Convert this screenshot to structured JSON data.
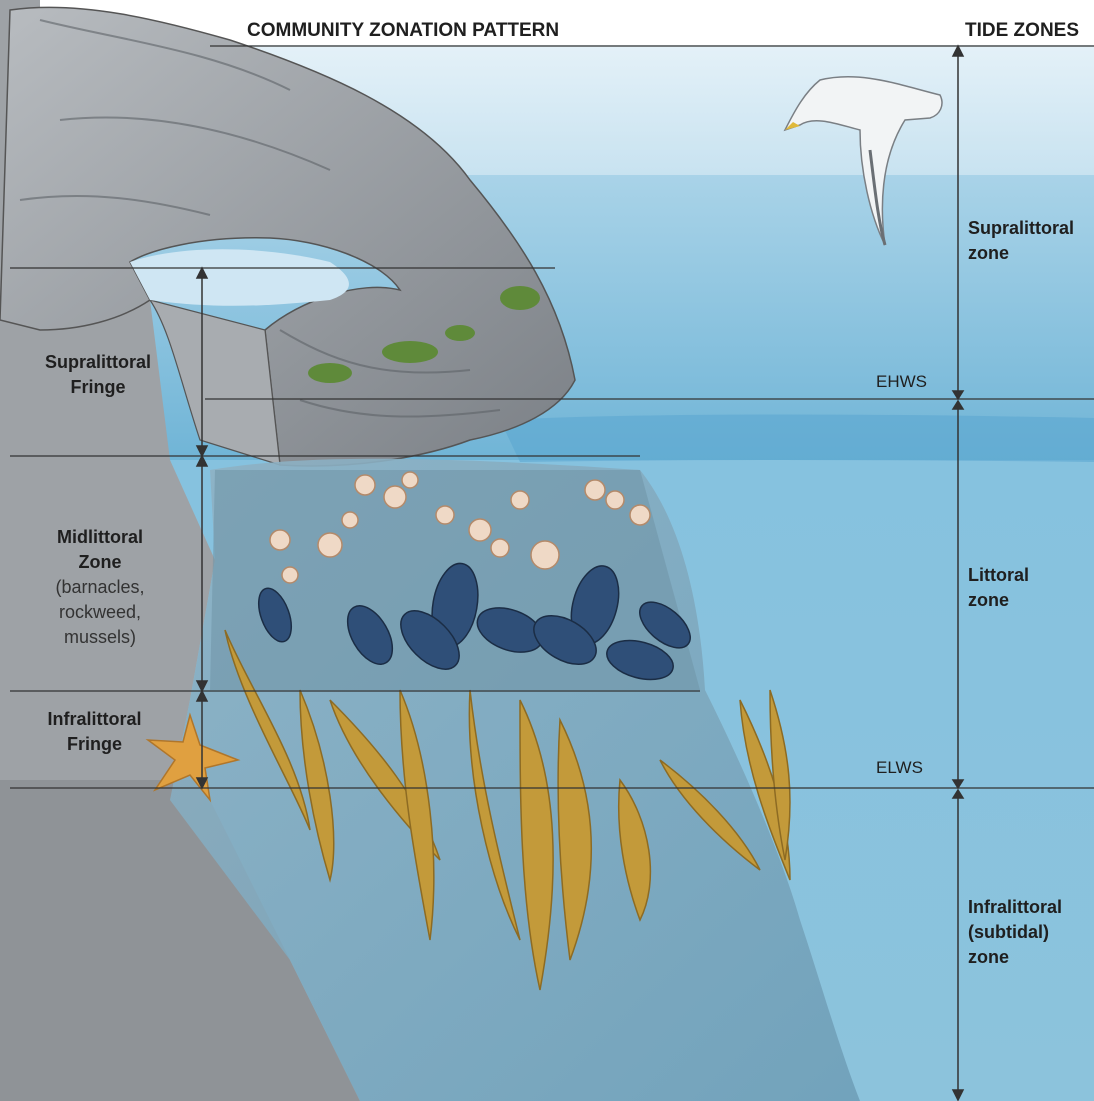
{
  "header": {
    "left": "COMMUNITY ZONATION PATTERN",
    "right": "TIDE ZONES"
  },
  "community_zones": {
    "supralittoral_fringe": [
      "Supralittoral",
      "Fringe"
    ],
    "midlittoral": {
      "title": [
        "Midlittoral",
        "Zone"
      ],
      "detail": [
        "(barnacles,",
        "rockweed,",
        "mussels)"
      ]
    },
    "infralittoral_fringe": [
      "Infralittoral",
      "Fringe"
    ]
  },
  "tide_zones": {
    "supralittoral": [
      "Supralittoral",
      "zone"
    ],
    "littoral": [
      "Littoral",
      "zone"
    ],
    "infralittoral": [
      "Infralittoral",
      "(subtidal)",
      "zone"
    ]
  },
  "markers": {
    "ehws": "EHWS",
    "elws": "ELWS"
  },
  "colors": {
    "sky": "#cfe6f3",
    "sea_surface": "#8ec6e0",
    "deep_water": "#7fbad8",
    "rock_gray": "#9aa0a4",
    "cliff_gray": "#8e9196",
    "kelp": "#c39a3a",
    "mussel": "#2f4f78",
    "starfish": "#e0a040",
    "line": "#333333"
  }
}
